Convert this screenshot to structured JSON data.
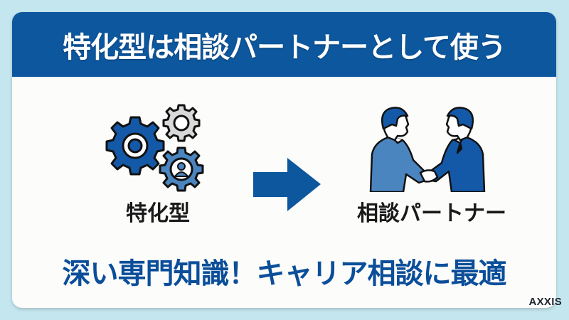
{
  "header": {
    "title": "特化型は相談パートナーとして使う"
  },
  "left": {
    "icon": "gears-icon",
    "label": "特化型"
  },
  "arrow": {
    "icon": "arrow-right-icon",
    "color": "#0d579e"
  },
  "right": {
    "icon": "handshake-icon",
    "label": "相談パートナー"
  },
  "tagline": "深い専門知識！キャリア相談に最適",
  "brand": "AXXIS",
  "colors": {
    "background": "#c4e6ee",
    "header": "#0d579e",
    "accent_text": "#0b4e9a",
    "gear_dark": "#1459a8",
    "gear_light": "#d9d9d9",
    "gear_mid": "#4b85c0"
  }
}
